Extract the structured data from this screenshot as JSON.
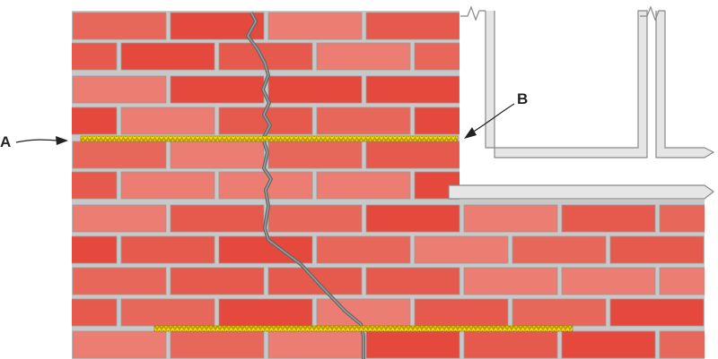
{
  "labels": {
    "a": "A",
    "b": "B"
  },
  "colors": {
    "mortar": "#c8c8c8",
    "brick_outline": "#9a9a9a",
    "brick_shades": [
      "#e8675b",
      "#e5483d",
      "#ec7d72",
      "#e55a4d"
    ],
    "crack": "#666666",
    "crack_fill": "#8a8a8a",
    "reinforcement_base": "#b8a100",
    "reinforcement_zigzag": "#ffe000",
    "slab": "#e6e6e6",
    "slab_outline": "#888888",
    "ink": "#222222"
  },
  "elements": {
    "wall": "brick-masonry-wall",
    "crack": "diagonal-stepped-crack",
    "reinforcement": "bed-joint-reinforcement",
    "structure": "concrete-floor-slab-and-walls"
  }
}
